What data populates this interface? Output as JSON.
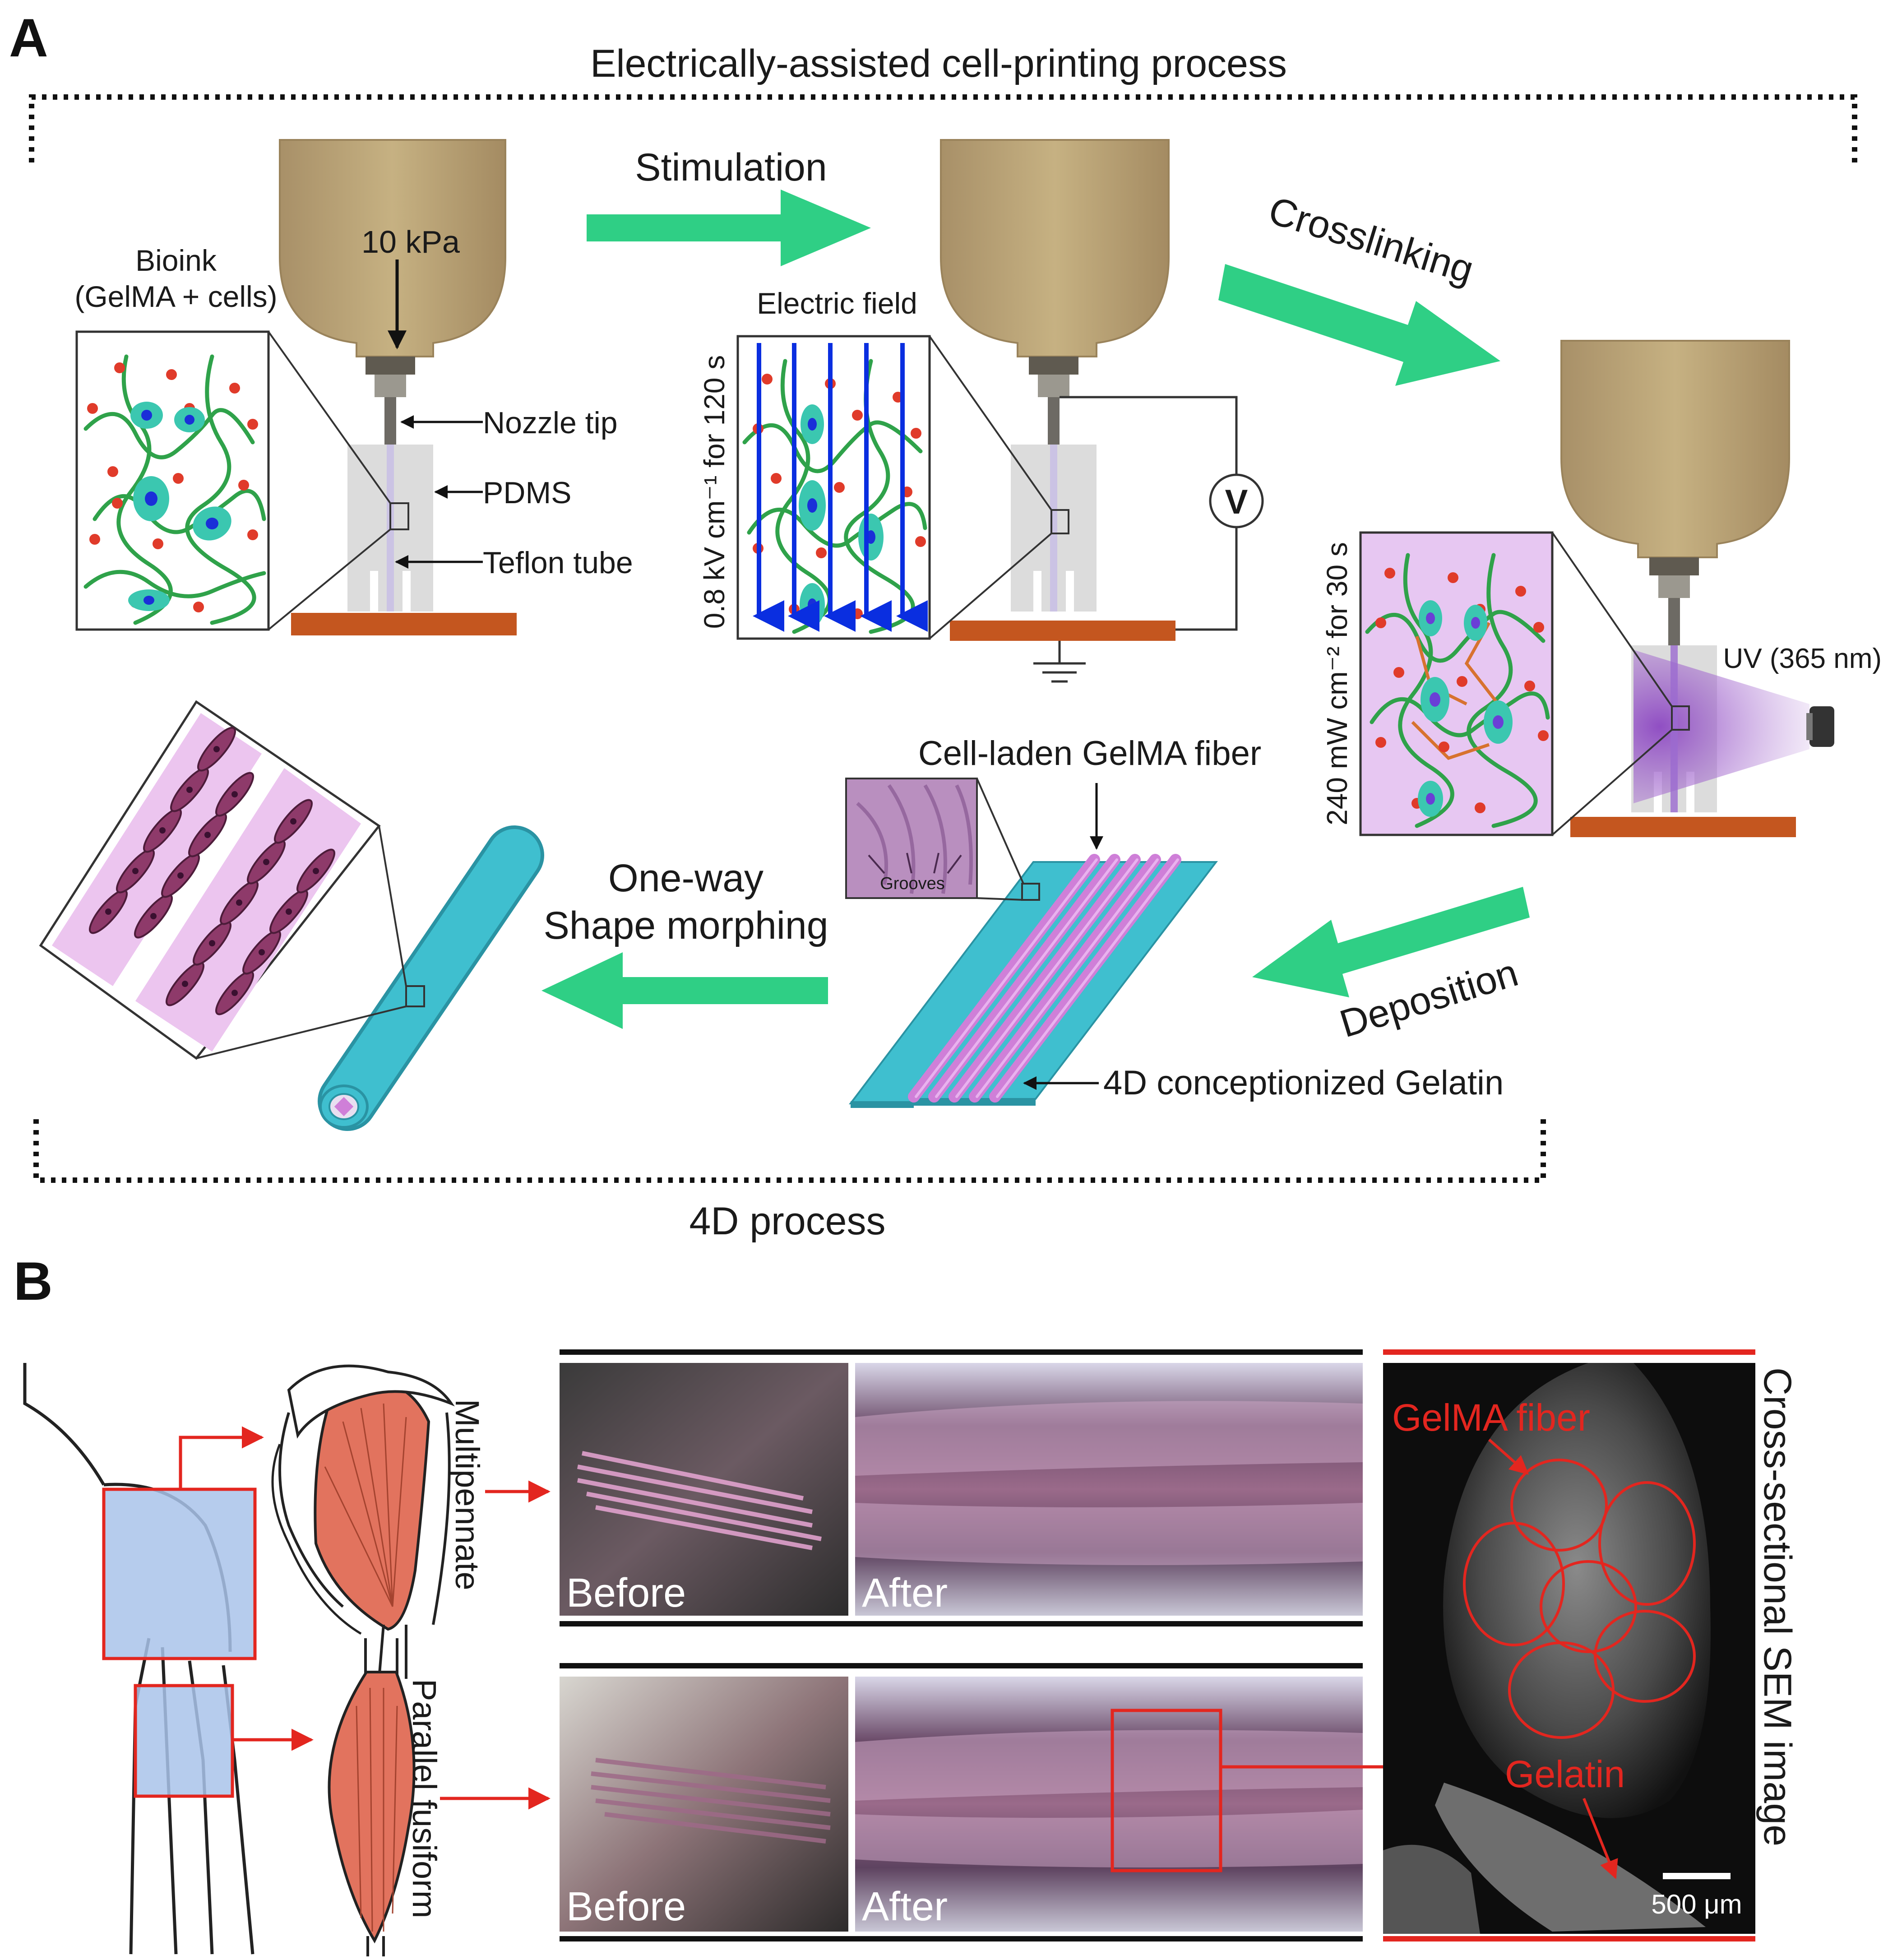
{
  "panel_a": {
    "letter": "A",
    "top_bracket_label": "Electrically-assisted cell-printing process",
    "bottom_bracket_label": "4D process",
    "bioink_label_line1": "Bioink",
    "bioink_label_line2": "(GelMA + cells)",
    "pressure_label": "10 kPa",
    "nozzle_tip_label": "Nozzle tip",
    "pdms_label": "PDMS",
    "teflon_label": "Teflon tube",
    "stimulation_label": "Stimulation",
    "electric_field_label": "Electric field",
    "field_condition": "0.8 kV cm⁻¹ for 120 s",
    "voltmeter_label": "V",
    "crosslinking_label": "Crosslinking",
    "uv_condition": "240 mW cm⁻² for 30 s",
    "uv_label": "UV (365 nm)",
    "fiber_label": "Cell-laden GelMA fiber",
    "grooves_label": "Grooves",
    "gelatin_label": "4D conceptionized Gelatin",
    "deposition_label": "Deposition",
    "shape_morph_line1": "One-way",
    "shape_morph_line2": "Shape morphing"
  },
  "panel_b": {
    "letter": "B",
    "multipennate_label": "Multipennate",
    "parallel_label": "Parallel fusiform",
    "before_label": "Before",
    "after_label": "After",
    "sem_title": "Cross-sectional SEM image",
    "gelma_fiber_label": "GelMA fiber",
    "gelatin_label": "Gelatin",
    "scale_label": "500 μm"
  },
  "colors": {
    "arrow_green": "#2fcf85",
    "syringe": "#bfa97a",
    "substrate": "#c4561f",
    "cyan": "#3fbfcf",
    "fiber_pink": "#cf7fd8",
    "annotation_red": "#e3261f",
    "field_blue": "#0a2ee0",
    "uv_purple": "#9b5cc8"
  }
}
